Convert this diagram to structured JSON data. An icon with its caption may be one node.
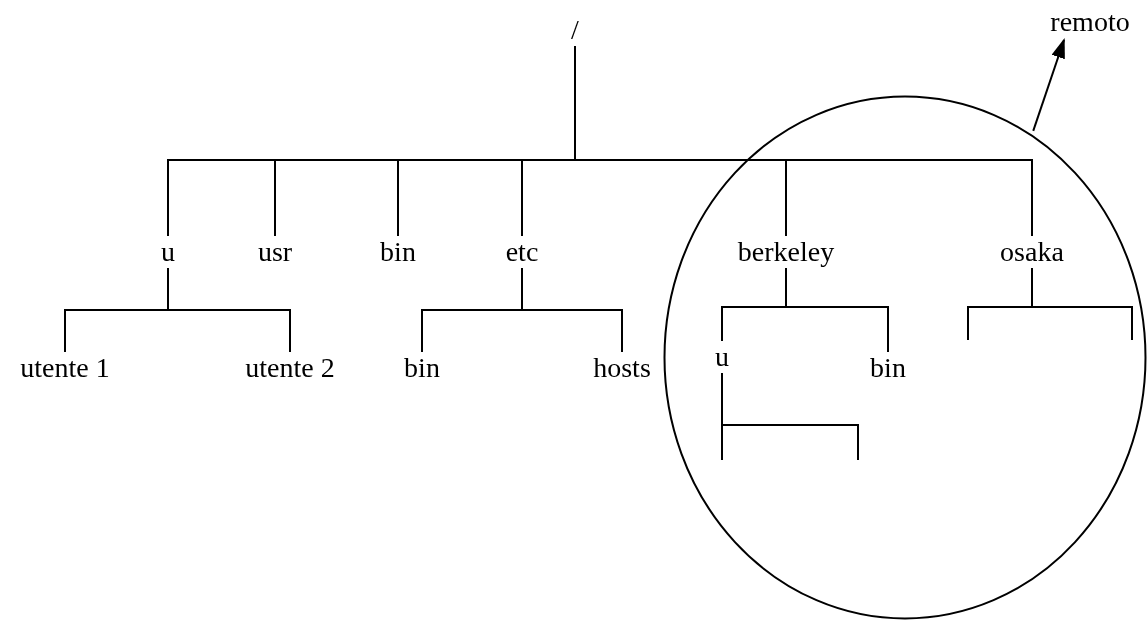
{
  "diagram": {
    "nodes": [
      {
        "text": [
          "/"
        ]
      },
      {
        "text": [
          "u"
        ]
      },
      {
        "text": [
          "usr"
        ]
      },
      {
        "text": [
          "bin"
        ]
      },
      {
        "text": [
          "etc"
        ]
      },
      {
        "text": [],
        "shape": "circle"
      },
      {
        "text": [
          "berkeley"
        ],
        "in": 5
      },
      {
        "text": [
          "osaka"
        ],
        "in": 5
      },
      {
        "text": [
          "utente 1"
        ]
      },
      {
        "text": [
          "utente 2"
        ]
      },
      {
        "text": [
          "bin"
        ]
      },
      {
        "text": [
          "hosts"
        ]
      },
      {
        "text": [
          "u"
        ],
        "in": 5
      },
      {
        "text": [
          "bin"
        ],
        "in": 5
      },
      {
        "text": [
          "remoto"
        ]
      }
    ],
    "edges": [
      {
        "from": 0,
        "to": 1,
        "arrow": "none"
      },
      {
        "from": 0,
        "to": 2,
        "arrow": "none"
      },
      {
        "from": 0,
        "to": 3,
        "arrow": "none"
      },
      {
        "from": 0,
        "to": 4,
        "arrow": "none"
      },
      {
        "from": 0,
        "to": 6,
        "arrow": "none"
      },
      {
        "from": 0,
        "to": 7,
        "arrow": "none"
      },
      {
        "from": 1,
        "to": 8,
        "arrow": "none"
      },
      {
        "from": 1,
        "to": 9,
        "arrow": "none"
      },
      {
        "from": 4,
        "to": 10,
        "arrow": "none"
      },
      {
        "from": 4,
        "to": 11,
        "arrow": "none"
      },
      {
        "from": 6,
        "to": 12,
        "arrow": "none"
      },
      {
        "from": 6,
        "to": 13,
        "arrow": "none"
      },
      {
        "from": 7,
        "to": null,
        "arrow": "none"
      },
      {
        "from": 7,
        "to": null,
        "arrow": "none"
      },
      {
        "from": 12,
        "to": null,
        "arrow": "none"
      },
      {
        "from": 12,
        "to": null,
        "arrow": "none"
      },
      {
        "from": 5,
        "to": 14,
        "arrow": "to"
      }
    ]
  }
}
